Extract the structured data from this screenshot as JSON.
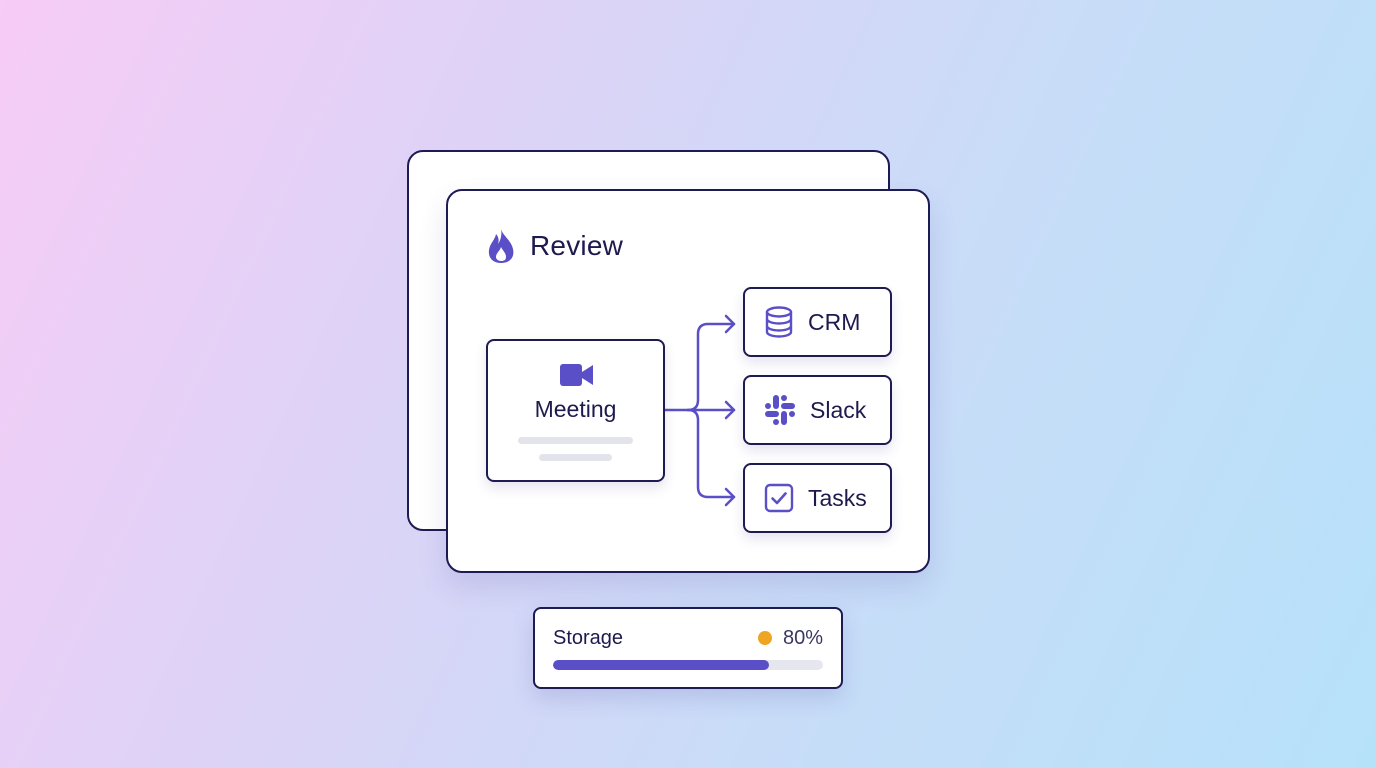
{
  "review": {
    "title": "Review",
    "icon": "flame-icon",
    "accent": "#5a4fc7"
  },
  "meeting": {
    "label": "Meeting",
    "icon": "video-camera-icon"
  },
  "targets": [
    {
      "label": "CRM",
      "icon": "database-icon"
    },
    {
      "label": "Slack",
      "icon": "slack-icon"
    },
    {
      "label": "Tasks",
      "icon": "checkbox-icon"
    }
  ],
  "storage": {
    "label": "Storage",
    "value": "80%",
    "fraction": 0.8,
    "dot_color": "#eea524"
  }
}
